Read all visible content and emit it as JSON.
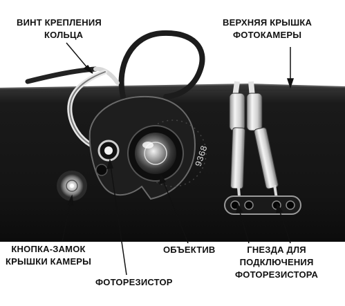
{
  "labels": {
    "ring_screw": [
      "ВИНТ КРЕПЛЕНИЯ",
      "КОЛЬЦА"
    ],
    "top_cover": [
      "ВЕРХНЯЯ КРЫШКА",
      "ФОТОКАМЕРЫ"
    ],
    "lock_button": [
      "КНОПКА-ЗАМОК",
      "КРЫШКИ КАМЕРЫ"
    ],
    "objective": "ОБЪЕКТИВ",
    "sockets": [
      "ГНЕЗДА ДЛЯ",
      "ПОДКЛЮЧЕНИЯ",
      "ФОТОРЕЗИСТОРА"
    ],
    "photoresistor": "ФОТОРЕЗИСТОР"
  },
  "scale_text": "9368"
}
